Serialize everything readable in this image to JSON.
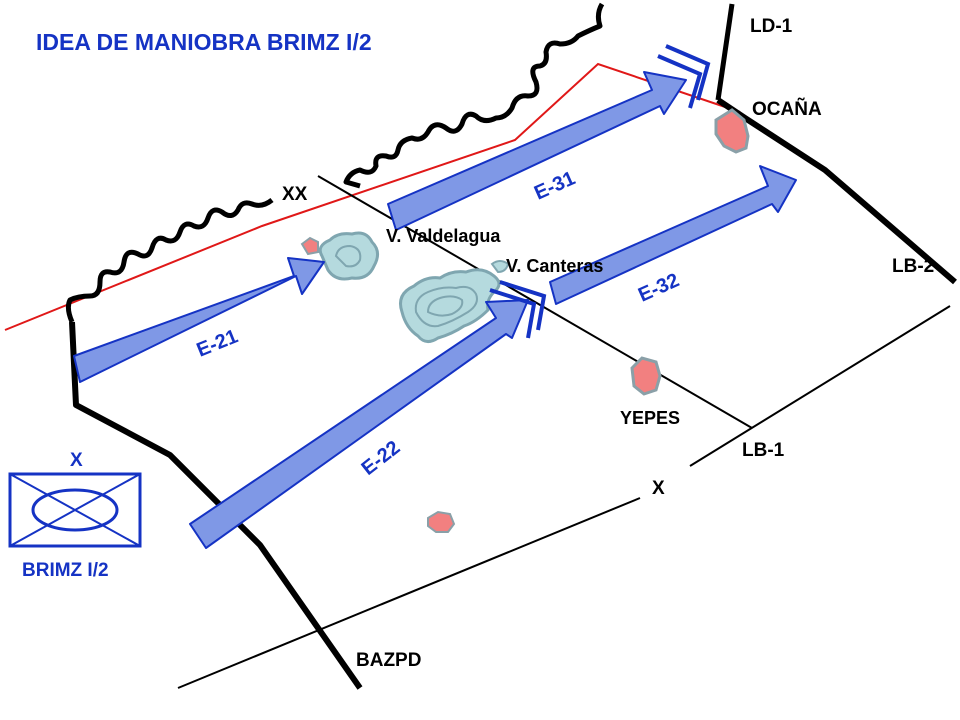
{
  "title": "IDEA DE MANIOBRA BRIMZ I/2",
  "colors": {
    "title": "#1533c4",
    "arrow_fill": "#7f98e6",
    "arrow_stroke": "#1533c4",
    "red_line": "#e01818",
    "town_fill": "#f28080",
    "town_stroke": "#8aa0a8",
    "terrain_fill": "#b5dade",
    "terrain_stroke": "#7fa6b0",
    "boundary": "#000000"
  },
  "boundaries": {
    "ld1": "LD-1",
    "lb2": "LB-2",
    "lb1": "LB-1",
    "xx": "XX",
    "x_line": "X",
    "bazpd": "BAZPD"
  },
  "places": {
    "ocana": "OCAÑA",
    "yepes": "YEPES",
    "valdelagua": "V. Valdelagua",
    "canteras": "V. Canteras"
  },
  "arrows": {
    "e21": "E-21",
    "e22": "E-22",
    "e31": "E-31",
    "e32": "E-32"
  },
  "unit_symbol": {
    "echelon": "X",
    "name": "BRIMZ I/2"
  }
}
